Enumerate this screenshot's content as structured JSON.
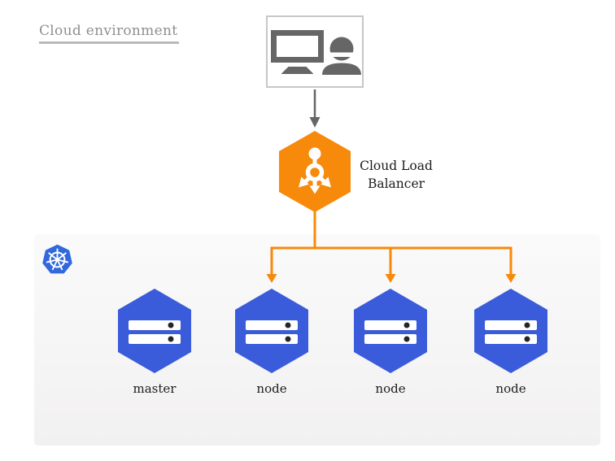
{
  "header": {
    "title": "Cloud environment"
  },
  "client": {
    "icon": "workstation-user-icon"
  },
  "flow": {
    "arrow_icon": "arrow-down-icon",
    "load_balancer": {
      "icon": "load-balancer-icon",
      "label": "Cloud Load Balancer"
    }
  },
  "cluster": {
    "logo_icon": "kubernetes-logo-icon",
    "nodes": [
      {
        "icon": "server-icon",
        "label": "master"
      },
      {
        "icon": "server-icon",
        "label": "node"
      },
      {
        "icon": "server-icon",
        "label": "node"
      },
      {
        "icon": "server-icon",
        "label": "node"
      }
    ]
  },
  "colors": {
    "orange": "#F7890B",
    "node_blue": "#3A5CDB",
    "kubernetes_blue": "#3268DE",
    "icon_gray": "#666666",
    "panel_bg": "#F6F5F5",
    "title_gray": "#8E8E8E",
    "underline_gray": "#B9B9B9",
    "box_border": "#C7C7C7",
    "label_text": "#1C1C1C",
    "server_dot": "#262626"
  }
}
